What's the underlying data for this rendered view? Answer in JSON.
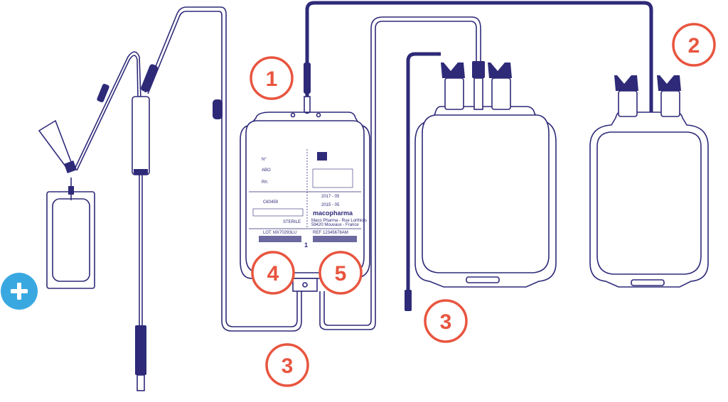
{
  "colors": {
    "line": "#2e2a78",
    "callout": "#e8553f",
    "plus": "#3aa8e0"
  },
  "callouts": [
    {
      "number": "1"
    },
    {
      "number": "2"
    },
    {
      "number": "3"
    },
    {
      "number": "3"
    },
    {
      "number": "4"
    },
    {
      "number": "5"
    }
  ],
  "plus_button": {
    "icon": "plus-icon"
  },
  "label": {
    "no": "N°",
    "abo": "ABO",
    "rh": "Rh:",
    "expiry_date": "2017 - 05",
    "manufacture_date": "2015 - 05",
    "brand": "macopharma",
    "address_line1": "Maco Pharma - Rue Lorthiois",
    "address_line2": "59420 Mouvaux - France",
    "sterile": "STERILE",
    "ce": "C€0459",
    "lot_code": "MX70293LU",
    "ref_code": "12345678AM",
    "lot_tag": "LOT",
    "ref_tag": "REF",
    "unit": "1"
  }
}
